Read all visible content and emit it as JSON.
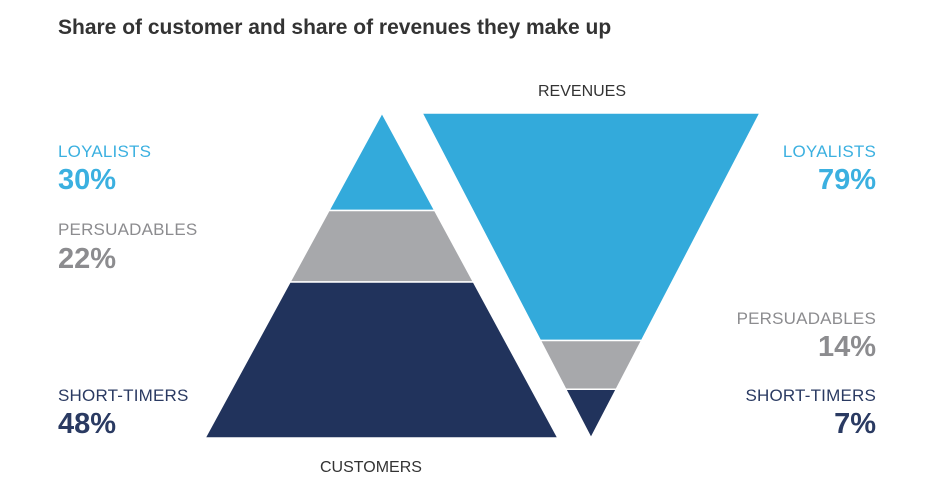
{
  "chart_data": {
    "type": "funnel",
    "title": "Share of customer and share of revenues they make up",
    "colors": {
      "loyalists": "#33AADB",
      "persuadables": "#A7A8AB",
      "short_timers": "#21335C"
    },
    "customers": {
      "label": "CUSTOMERS",
      "segments": [
        {
          "name": "LOYALISTS",
          "value": 30,
          "display": "30%"
        },
        {
          "name": "PERSUADABLES",
          "value": 22,
          "display": "22%"
        },
        {
          "name": "SHORT-TIMERS",
          "value": 48,
          "display": "48%"
        }
      ]
    },
    "revenues": {
      "label": "REVENUES",
      "segments": [
        {
          "name": "LOYALISTS",
          "value": 79,
          "display": "79%"
        },
        {
          "name": "PERSUADABLES",
          "value": 14,
          "display": "14%"
        },
        {
          "name": "SHORT-TIMERS",
          "value": 7,
          "display": "7%"
        }
      ]
    }
  }
}
